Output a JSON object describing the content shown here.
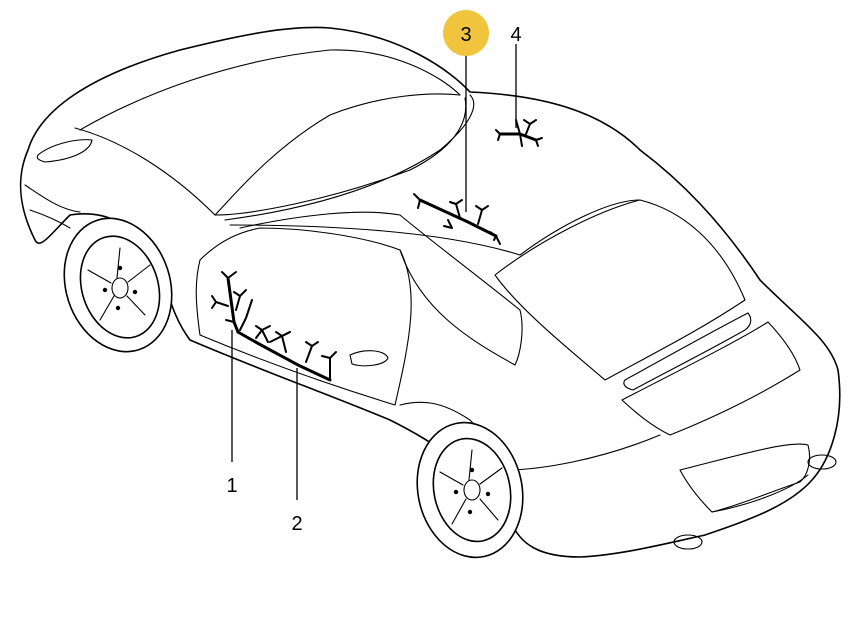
{
  "callouts": [
    {
      "number": "1",
      "highlighted": false
    },
    {
      "number": "2",
      "highlighted": false
    },
    {
      "number": "3",
      "highlighted": true
    },
    {
      "number": "4",
      "highlighted": false
    }
  ],
  "colors": {
    "highlight": "#F0C43C",
    "line": "#000000",
    "background": "#FFFFFF"
  }
}
